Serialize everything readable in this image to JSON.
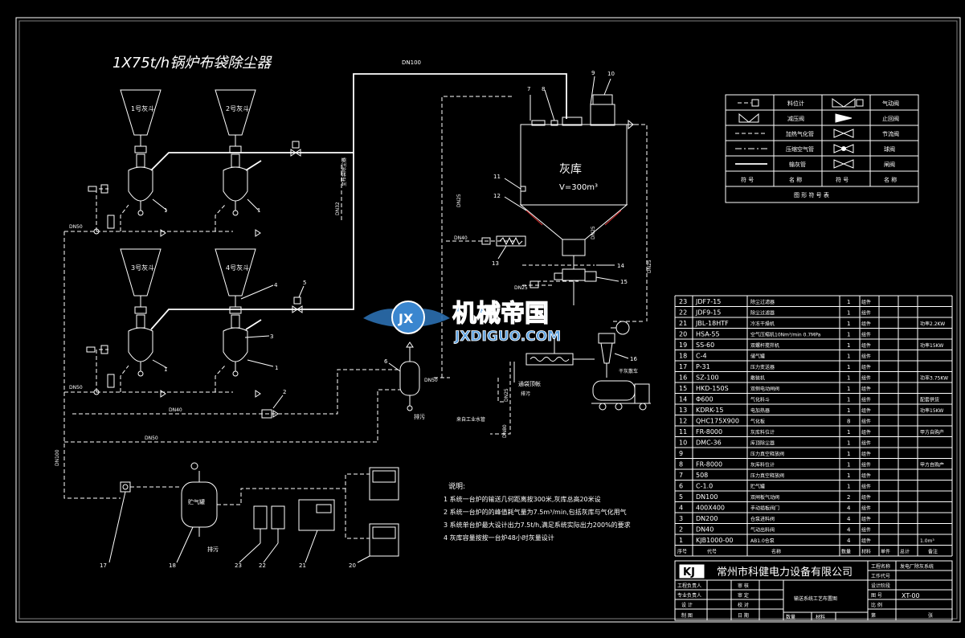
{
  "title": "1X75t/h锅炉布袋除尘器",
  "pipe_labels": {
    "dn100_top": "DN100",
    "dn100_left": "DN100",
    "dn50_top": "DN50",
    "dn50_mid": "DN50",
    "dn50_bottom": "DN50",
    "dn50_right": "DN50",
    "dn40_left": "DN40",
    "dn40_bottom": "DN40",
    "dn40_silo": "DN40",
    "dn25_silo": "DN25",
    "dn25_right": "DN25",
    "dn25_a": "DN25",
    "dn25_b": "DN25",
    "dn80": "DN80",
    "dn32": "DN32"
  },
  "hoppers": [
    {
      "label": "1号灰斗",
      "callout": "1"
    },
    {
      "label": "2号灰斗",
      "callout": "1"
    },
    {
      "label": "3号灰斗",
      "callout": "1"
    },
    {
      "label": "4号灰斗",
      "callout": "1"
    }
  ],
  "silo": {
    "name": "灰库",
    "volume": "V=300m³"
  },
  "annotations": {
    "to_bag_filter": "至布袋除尘器",
    "to_roof": "通袋顶帐",
    "from_plant_air": "来自工业水管",
    "drain": "排污",
    "drain2": "排污",
    "dust_truck": "干灰散车",
    "air_tank": "贮气罐"
  },
  "callouts": [
    "2",
    "3",
    "4",
    "5",
    "6",
    "7",
    "8",
    "9",
    "10",
    "11",
    "12",
    "13",
    "14",
    "15",
    "16",
    "17",
    "18",
    "20",
    "21",
    "22",
    "23"
  ],
  "notes": {
    "heading": "说明:",
    "items": [
      "1  系统一台炉的输送几何距离按300米,灰库总高20米设",
      "2  系统一台炉的的峰值耗气量为7.5m³/min,包括灰库与气化用气",
      "3  系统单台炉最大设计出力7.5t/h,满足系统实际出力200%的要求",
      "4  灰库容量按按一台炉48小时灰量设计"
    ]
  },
  "legend": {
    "rows": [
      {
        "a": "料位计",
        "b": "气动阀"
      },
      {
        "a": "减压阀",
        "b": "止回阀"
      },
      {
        "a": "加热气化管",
        "b": "节流阀"
      },
      {
        "a": "压缩空气管",
        "b": "球阀"
      },
      {
        "a": "输灰管",
        "b": "闸阀"
      }
    ],
    "header": {
      "a1": "符 号",
      "a2": "名 称",
      "b1": "符 号",
      "b2": "名 称"
    },
    "caption": "图 形 符 号 表"
  },
  "bom": {
    "rows": [
      {
        "no": "23",
        "code": "JDF7-15",
        "name": "除尘过滤器",
        "qty": "1",
        "unit": "组件",
        "note": ""
      },
      {
        "no": "22",
        "code": "JDF9-15",
        "name": "除尘过滤器",
        "qty": "1",
        "unit": "组件",
        "note": ""
      },
      {
        "no": "21",
        "code": "JBL-18HTF",
        "name": "冷冻干燥机",
        "qty": "1",
        "unit": "组件",
        "note": "功率2.2KW"
      },
      {
        "no": "20",
        "code": "HSA-55",
        "name": "空气压缩机10Nm³/min 0.7MPa",
        "qty": "1",
        "unit": "组件",
        "note": ""
      },
      {
        "no": "19",
        "code": "SS-60",
        "name": "双螺杆搅拌机",
        "qty": "1",
        "unit": "组件",
        "note": "功率15KW"
      },
      {
        "no": "18",
        "code": "C-4",
        "name": "储气罐",
        "qty": "1",
        "unit": "组件",
        "note": ""
      },
      {
        "no": "17",
        "code": "P-31",
        "name": "压力变送器",
        "qty": "1",
        "unit": "组件",
        "note": ""
      },
      {
        "no": "16",
        "code": "SZ-100",
        "name": "散装机",
        "qty": "1",
        "unit": "组件",
        "note": "功率3.75KW"
      },
      {
        "no": "15",
        "code": "HKD-150S",
        "name": "双侧电动闸阀",
        "qty": "1",
        "unit": "组件",
        "note": ""
      },
      {
        "no": "14",
        "code": "Φ600",
        "name": "气化料斗",
        "qty": "1",
        "unit": "组件",
        "note": "配套供货"
      },
      {
        "no": "13",
        "code": "KDRK-15",
        "name": "电加热器",
        "qty": "1",
        "unit": "组件",
        "note": "功率15KW"
      },
      {
        "no": "12",
        "code": "QHC175X900",
        "name": "气化板",
        "qty": "8",
        "unit": "组件",
        "note": ""
      },
      {
        "no": "11",
        "code": "FR-8000",
        "name": "灰库料位计",
        "qty": "1",
        "unit": "组件",
        "note": "甲方自购产"
      },
      {
        "no": "10",
        "code": "DMC-36",
        "name": "库顶除尘器",
        "qty": "1",
        "unit": "组件",
        "note": ""
      },
      {
        "no": "9",
        "code": "",
        "name": "压力真空释放阀",
        "qty": "1",
        "unit": "组件",
        "note": ""
      },
      {
        "no": "8",
        "code": "FR-8000",
        "name": "灰库料位计",
        "qty": "1",
        "unit": "组件",
        "note": "甲方自购产"
      },
      {
        "no": "7",
        "code": "508",
        "name": "压力真空释放阀",
        "qty": "1",
        "unit": "组件",
        "note": ""
      },
      {
        "no": "6",
        "code": "C-1.0",
        "name": "贮气罐",
        "qty": "1",
        "unit": "组件",
        "note": ""
      },
      {
        "no": "5",
        "code": "DN100",
        "name": "双闸板气动阀",
        "qty": "2",
        "unit": "组件",
        "note": ""
      },
      {
        "no": "4",
        "code": "400X400",
        "name": "手动插板阀门",
        "qty": "4",
        "unit": "组件",
        "note": ""
      },
      {
        "no": "3",
        "code": "DN200",
        "name": "仓泵进料阀",
        "qty": "4",
        "unit": "组件",
        "note": ""
      },
      {
        "no": "2",
        "code": "DN40",
        "name": "气动出料阀",
        "qty": "4",
        "unit": "组件",
        "note": ""
      },
      {
        "no": "1",
        "code": "KJB1000-00",
        "name": "AB1.0仓泵",
        "qty": "4",
        "unit": "组件",
        "note": "1.0m³"
      }
    ],
    "header": {
      "no": "序号",
      "code": "代号",
      "name": "名称",
      "qty": "数量",
      "unit": "材料",
      "w1": "单件",
      "w2": "总计",
      "note": "备注"
    }
  },
  "title_block": {
    "logo": "KJ",
    "company": "常州市科健电力设备有限公司",
    "project_label": "工程名称",
    "project_value": "发电厂除灰系统",
    "stage_label": "工作代号",
    "stage_value": "",
    "design_stage_label": "设计阶段",
    "drawing_no_label": "图 号",
    "drawing_no_value": "XT-00",
    "scale_label": "比 例",
    "sheet_label": "第",
    "sheet_total": "张",
    "drawing_title": "输送系统工艺布置图",
    "roles": [
      "工程负责人",
      "专业负责人",
      "设 计",
      "制 图"
    ],
    "roles_right": [
      "审 核",
      "审 定",
      "校 对",
      "日 期"
    ],
    "qty_label": "数量",
    "material_label": "材料"
  },
  "watermark": {
    "brand": "机械帝国",
    "url": "JXDIGUO.COM"
  }
}
